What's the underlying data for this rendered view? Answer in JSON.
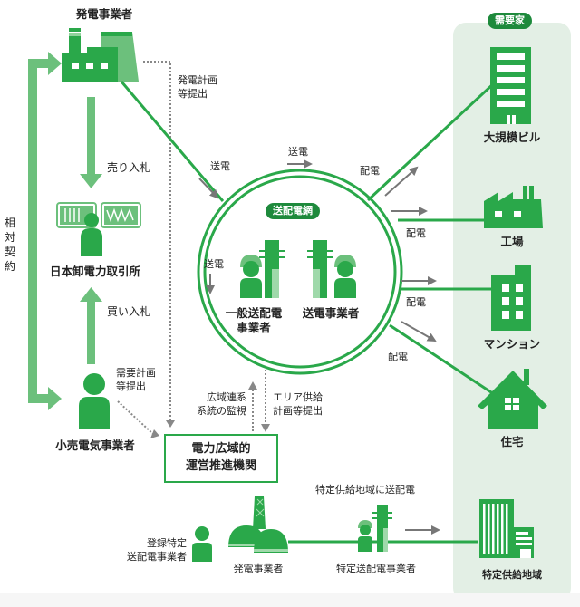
{
  "colors": {
    "green": "#2aa84a",
    "light_green": "#6cc07c",
    "dark_green": "#1e8a3c",
    "panel_bg": "#e3efe5",
    "arrow_gray": "#777777"
  },
  "generator": {
    "label": "発電事業者",
    "icon": "factory-icon"
  },
  "exchange": {
    "label": "日本卸電力取引所",
    "icon": "trading-screen-icon"
  },
  "retailer": {
    "label": "小売電気事業者",
    "icon": "person-icon"
  },
  "relative_contract": {
    "label": "相対契約"
  },
  "sell_bid": {
    "label": "売り入札"
  },
  "buy_bid": {
    "label": "買い入札"
  },
  "generation_plan": {
    "line1": "発電計画",
    "line2": "等提出"
  },
  "demand_plan": {
    "line1": "需要計画",
    "line2": "等提出"
  },
  "grid": {
    "badge": "送配電網",
    "general_td": {
      "line1": "一般送配電",
      "line2": "事業者"
    },
    "transmission": {
      "label": "送電事業者"
    }
  },
  "flow_labels": {
    "transmit_in": "送電",
    "transmit_top": "送電",
    "transmit_inner": "送電",
    "distribute_1": "配電",
    "distribute_2": "配電",
    "distribute_3": "配電",
    "distribute_4": "配電"
  },
  "wide_area": {
    "line1": "広域連系",
    "line2": "系統の監視"
  },
  "area_supply": {
    "line1": "エリア供給",
    "line2": "計画等提出"
  },
  "occto": {
    "line1": "電力広域的",
    "line2": "運営推進機関"
  },
  "consumers": {
    "badge": "需要家",
    "items": [
      {
        "label": "大規模ビル",
        "icon": "office-building-icon"
      },
      {
        "label": "工場",
        "icon": "factory-icon"
      },
      {
        "label": "マンション",
        "icon": "apartment-icon"
      },
      {
        "label": "住宅",
        "icon": "house-icon"
      }
    ]
  },
  "specified": {
    "registered": {
      "line1": "登録特定",
      "line2": "送配電事業者"
    },
    "plant": {
      "label": "発電事業者",
      "icon": "power-plant-icon"
    },
    "operator": {
      "label": "特定送配電事業者"
    },
    "flow": "特定供給地域に送配電",
    "area": {
      "label": "特定供給地域",
      "icon": "district-buildings-icon"
    }
  }
}
